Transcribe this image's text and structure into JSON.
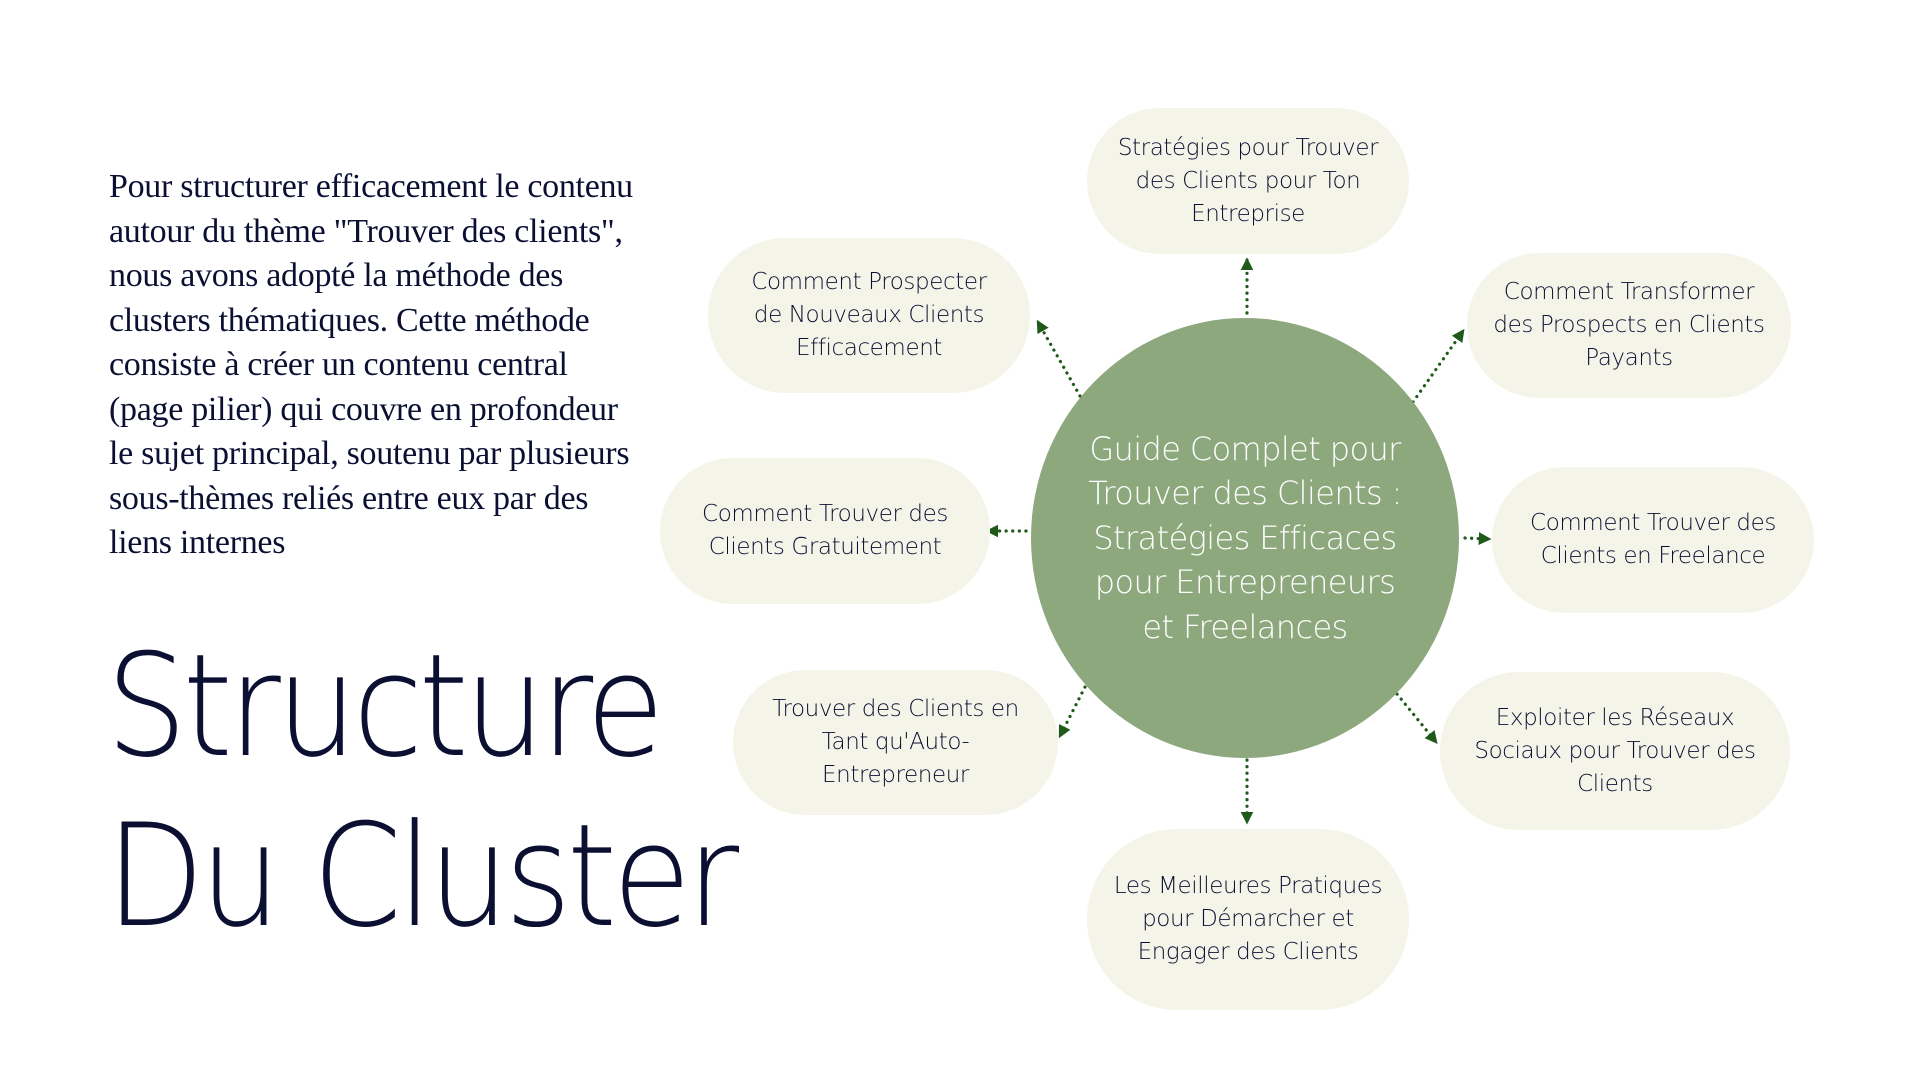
{
  "intro": {
    "text": "Pour structurer efficacement le contenu autour du thème \"Trouver des clients\", nous avons adopté la méthode des clusters thématiques. Cette méthode consiste à créer un contenu central (page pilier) qui couvre en profondeur le sujet principal, soutenu par plusieurs sous-thèmes reliés entre eux par des liens internes"
  },
  "title": {
    "line1": "Structure",
    "line2": "Du Cluster"
  },
  "colors": {
    "hub": "#8da87d",
    "node": "#f4f4e8",
    "text": "#0b1033",
    "arrow": "#1f5a1a"
  },
  "hub": {
    "label": "Guide Complet pour Trouver des Clients : Stratégies Efficaces pour Entrepreneurs et Freelances"
  },
  "nodes": [
    {
      "id": "top",
      "label": "Stratégies pour Trouver des Clients pour Ton Entreprise"
    },
    {
      "id": "upper-left",
      "label": "Comment Prospecter de Nouveaux Clients Efficacement"
    },
    {
      "id": "upper-right",
      "label": "Comment Transformer des Prospects en Clients Payants"
    },
    {
      "id": "left",
      "label": "Comment Trouver des Clients Gratuitement"
    },
    {
      "id": "right",
      "label": "Comment Trouver des Clients en Freelance"
    },
    {
      "id": "lower-left",
      "label": "Trouver des Clients en Tant qu'Auto-Entrepreneur"
    },
    {
      "id": "lower-right",
      "label": "Exploiter les Réseaux Sociaux pour Trouver des Clients"
    },
    {
      "id": "bottom",
      "label": "Les Meilleures Pratiques pour Démarcher et Engager des Clients"
    }
  ]
}
